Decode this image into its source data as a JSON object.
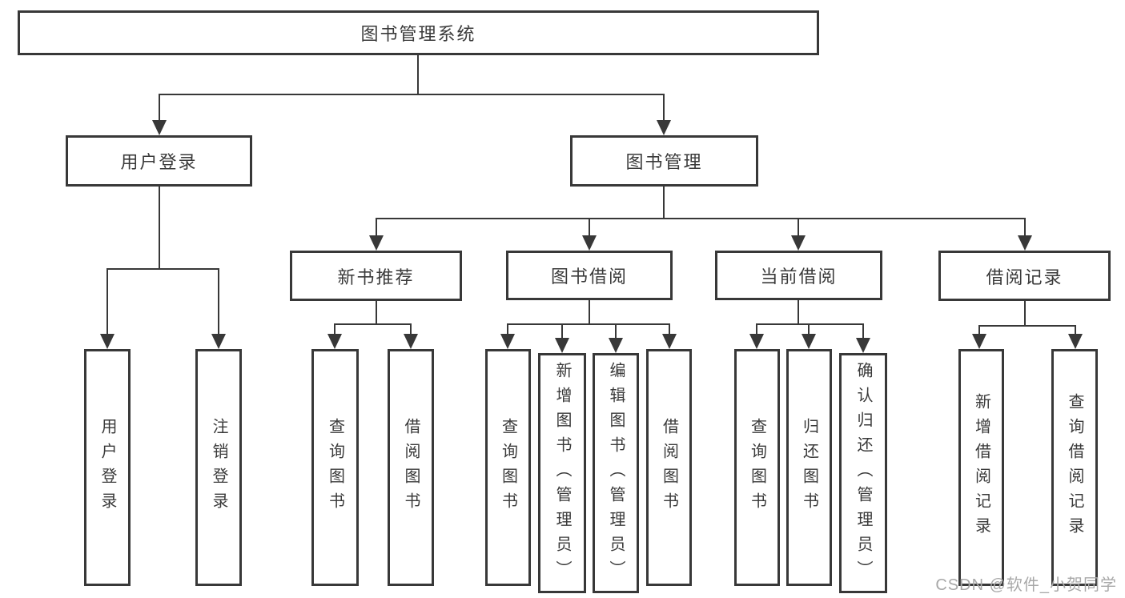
{
  "watermark": "CSDN @软件_小贺同学",
  "colors": {
    "line": "#383838",
    "box_border": "#383838",
    "text": "#3a3a3a",
    "watermark": "#a8a8a8",
    "background": "#ffffff"
  },
  "tree": {
    "label": "图书管理系统",
    "children": [
      {
        "label": "用户登录",
        "children": [
          {
            "label": "用户登录"
          },
          {
            "label": "注销登录"
          }
        ]
      },
      {
        "label": "图书管理",
        "children": [
          {
            "label": "新书推荐",
            "children": [
              {
                "label": "查询图书"
              },
              {
                "label": "借阅图书"
              }
            ]
          },
          {
            "label": "图书借阅",
            "children": [
              {
                "label": "查询图书"
              },
              {
                "label": "新增图书（管理员）"
              },
              {
                "label": "编辑图书（管理员）"
              },
              {
                "label": "借阅图书"
              }
            ]
          },
          {
            "label": "当前借阅",
            "children": [
              {
                "label": "查询图书"
              },
              {
                "label": "归还图书"
              },
              {
                "label": "确认归还（管理员）"
              }
            ]
          },
          {
            "label": "借阅记录",
            "children": [
              {
                "label": "新增借阅记录"
              },
              {
                "label": "查询借阅记录"
              }
            ]
          }
        ]
      }
    ]
  }
}
